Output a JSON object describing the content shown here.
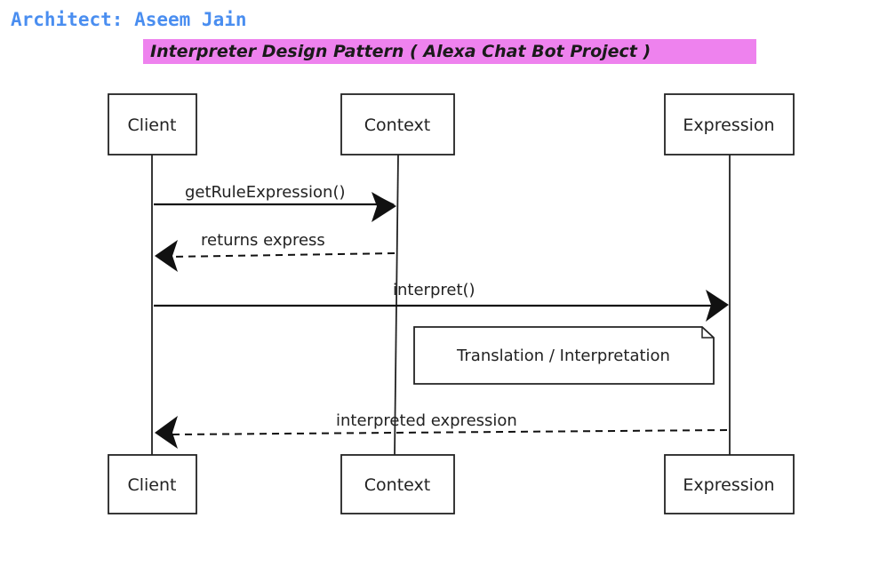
{
  "header": {
    "author": "Architect: Aseem Jain",
    "title": "Interpreter Design Pattern ( Alexa Chat Bot Project )"
  },
  "participants": [
    {
      "id": "client",
      "label": "Client"
    },
    {
      "id": "context",
      "label": "Context"
    },
    {
      "id": "expression",
      "label": "Expression"
    }
  ],
  "messages": [
    {
      "from": "Client",
      "to": "Context",
      "label": "getRuleExpression()",
      "style": "solid"
    },
    {
      "from": "Context",
      "to": "Client",
      "label": "returns express",
      "style": "dashed"
    },
    {
      "from": "Client",
      "to": "Expression",
      "label": "interpret()",
      "style": "solid"
    },
    {
      "from": "Expression",
      "to": "Client",
      "label": "interpreted expression",
      "style": "dashed"
    }
  ],
  "note": {
    "label": "Translation / Interpretation"
  }
}
